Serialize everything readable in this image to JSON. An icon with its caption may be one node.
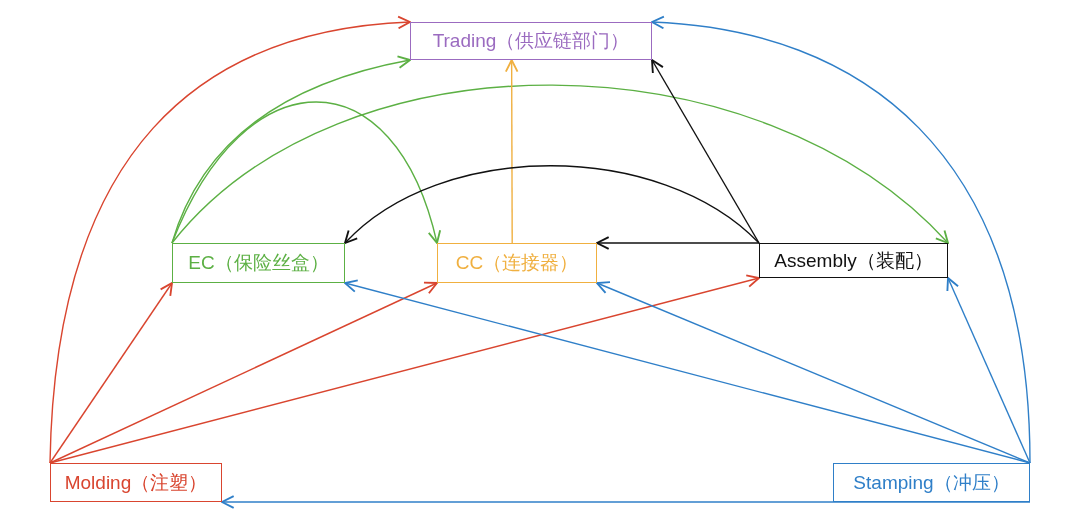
{
  "diagram": {
    "nodes": [
      {
        "text": [
          "Trading（供应链部门）"
        ]
      },
      {
        "text": [
          "EC（保险丝盒）"
        ]
      },
      {
        "text": [
          "CC（连接器）"
        ]
      },
      {
        "text": [
          "Assembly（装配）"
        ]
      },
      {
        "text": [
          "Molding（注塑）"
        ]
      },
      {
        "text": [
          "Stamping（冲压）"
        ]
      }
    ],
    "edges": [
      {
        "from": 4,
        "to": 0,
        "arrow": "to",
        "color": "#d9452f"
      },
      {
        "from": 4,
        "to": 1,
        "arrow": "to",
        "color": "#d9452f"
      },
      {
        "from": 4,
        "to": 2,
        "arrow": "to",
        "color": "#d9452f"
      },
      {
        "from": 4,
        "to": 3,
        "arrow": "to",
        "color": "#d9452f"
      },
      {
        "from": 1,
        "to": 0,
        "arrow": "to",
        "color": "#5cb044"
      },
      {
        "from": 1,
        "to": 2,
        "arrow": "to",
        "color": "#5cb044"
      },
      {
        "from": 1,
        "to": 3,
        "arrow": "to",
        "color": "#5cb044"
      },
      {
        "from": 2,
        "to": 0,
        "arrow": "to",
        "color": "#f0b040"
      },
      {
        "from": 3,
        "to": 0,
        "arrow": "to",
        "color": "#111111"
      },
      {
        "from": 3,
        "to": 1,
        "arrow": "to",
        "color": "#111111"
      },
      {
        "from": 3,
        "to": 2,
        "arrow": "to",
        "color": "#111111"
      },
      {
        "from": 5,
        "to": 0,
        "arrow": "to",
        "color": "#2f7fc8"
      },
      {
        "from": 5,
        "to": 1,
        "arrow": "to",
        "color": "#2f7fc8"
      },
      {
        "from": 5,
        "to": 2,
        "arrow": "to",
        "color": "#2f7fc8"
      },
      {
        "from": 5,
        "to": 3,
        "arrow": "to",
        "color": "#2f7fc8"
      },
      {
        "from": 5,
        "to": 4,
        "arrow": "to",
        "color": "#2f7fc8"
      }
    ]
  }
}
